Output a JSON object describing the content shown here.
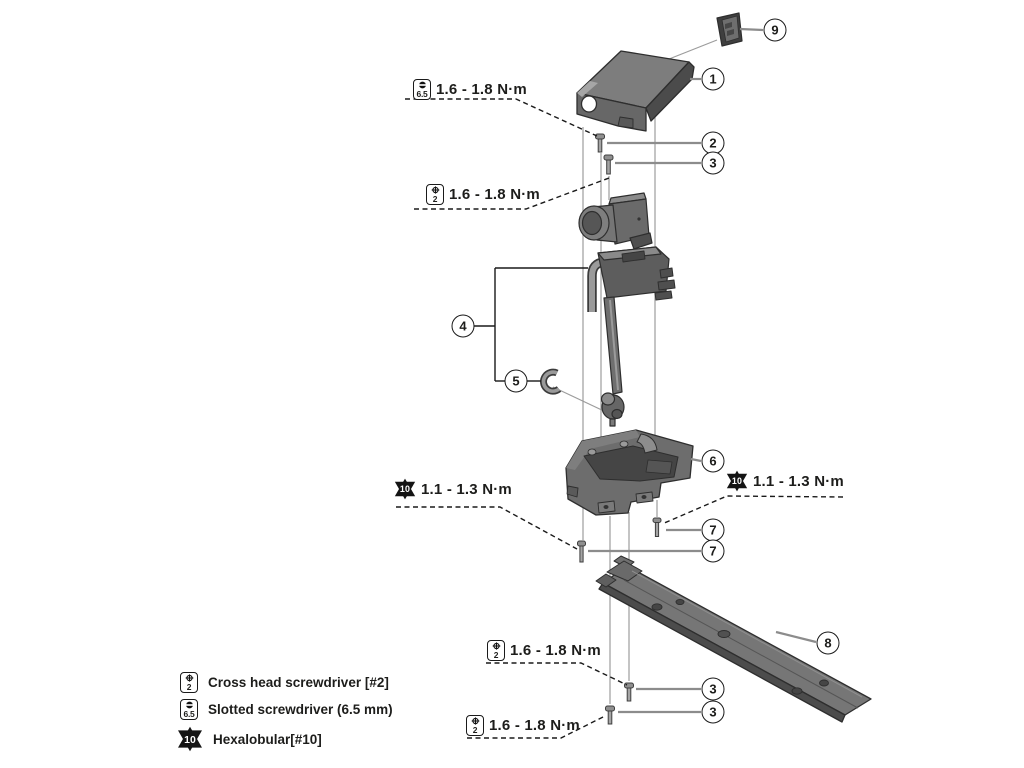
{
  "callouts": {
    "p1": "1",
    "p2": "2",
    "p3": "3",
    "p4": "4",
    "p5": "5",
    "p6": "6",
    "p7": "7",
    "p8": "8",
    "p9": "9"
  },
  "torque": {
    "slotted_upper": {
      "tool_size": "6.5",
      "value": "1.6 - 1.8 N·m"
    },
    "cross_upper": {
      "tool_size": "2",
      "value": "1.6 - 1.8 N·m"
    },
    "hex_left": {
      "tool_size": "10",
      "value": "1.1 - 1.3 N·m"
    },
    "hex_right": {
      "tool_size": "10",
      "value": "1.1 - 1.3 N·m"
    },
    "cross_lower_mid": {
      "tool_size": "2",
      "value": "1.6 - 1.8 N·m"
    },
    "cross_lower_bottom": {
      "tool_size": "2",
      "value": "1.6 - 1.8 N·m"
    }
  },
  "legend": {
    "items": [
      {
        "tool": "cross-head-screwdriver",
        "icon_value": "2",
        "label": "Cross head screwdriver [#2]"
      },
      {
        "tool": "slotted-screwdriver",
        "icon_value": "6.5",
        "label": "Slotted screwdriver (6.5 mm)"
      },
      {
        "tool": "hexalobular",
        "icon_value": "10",
        "label": "Hexalobular[#10]"
      }
    ]
  },
  "colors": {
    "part_mid": "#757575",
    "part_dark": "#4e4e4e",
    "part_light": "#9a9a9a",
    "outline": "#2e2e2e",
    "text": "#1d1d1b",
    "leader": "#8c8c8c"
  }
}
